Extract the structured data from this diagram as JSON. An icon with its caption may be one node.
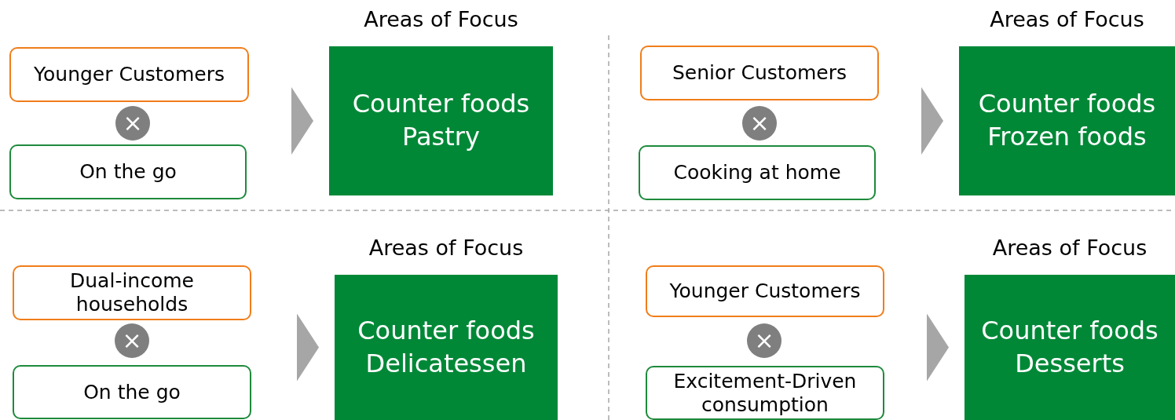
{
  "diagram": {
    "nodes": [
      {
        "text": [
          "Younger Customers"
        ]
      },
      {
        "text": [
          "×"
        ]
      },
      {
        "text": [
          "On the go"
        ]
      },
      {
        "text": [
          "Areas of Focus",
          "Counter foods",
          "Pastry"
        ]
      },
      {
        "text": [
          "Senior Customers"
        ]
      },
      {
        "text": [
          "×"
        ]
      },
      {
        "text": [
          "Cooking at home"
        ]
      },
      {
        "text": [
          "Areas of Focus",
          "Counter foods",
          "Frozen foods"
        ]
      },
      {
        "text": [
          "Dual-income households"
        ]
      },
      {
        "text": [
          "×"
        ]
      },
      {
        "text": [
          "On the go"
        ]
      },
      {
        "text": [
          "Areas of Focus",
          "Counter foods",
          "Delicatessen"
        ]
      },
      {
        "text": [
          "Younger Customers"
        ]
      },
      {
        "text": [
          "×"
        ]
      },
      {
        "text": [
          "Excitement-Driven consumption"
        ]
      },
      {
        "text": [
          "Areas of Focus",
          "Counter foods",
          "Desserts"
        ]
      }
    ],
    "edges": [
      {
        "from": 1,
        "to": 3,
        "arrow": "to"
      },
      {
        "from": 5,
        "to": 7,
        "arrow": "to"
      },
      {
        "from": 9,
        "to": 11,
        "arrow": "to"
      },
      {
        "from": 13,
        "to": 15,
        "arrow": "to"
      }
    ]
  }
}
